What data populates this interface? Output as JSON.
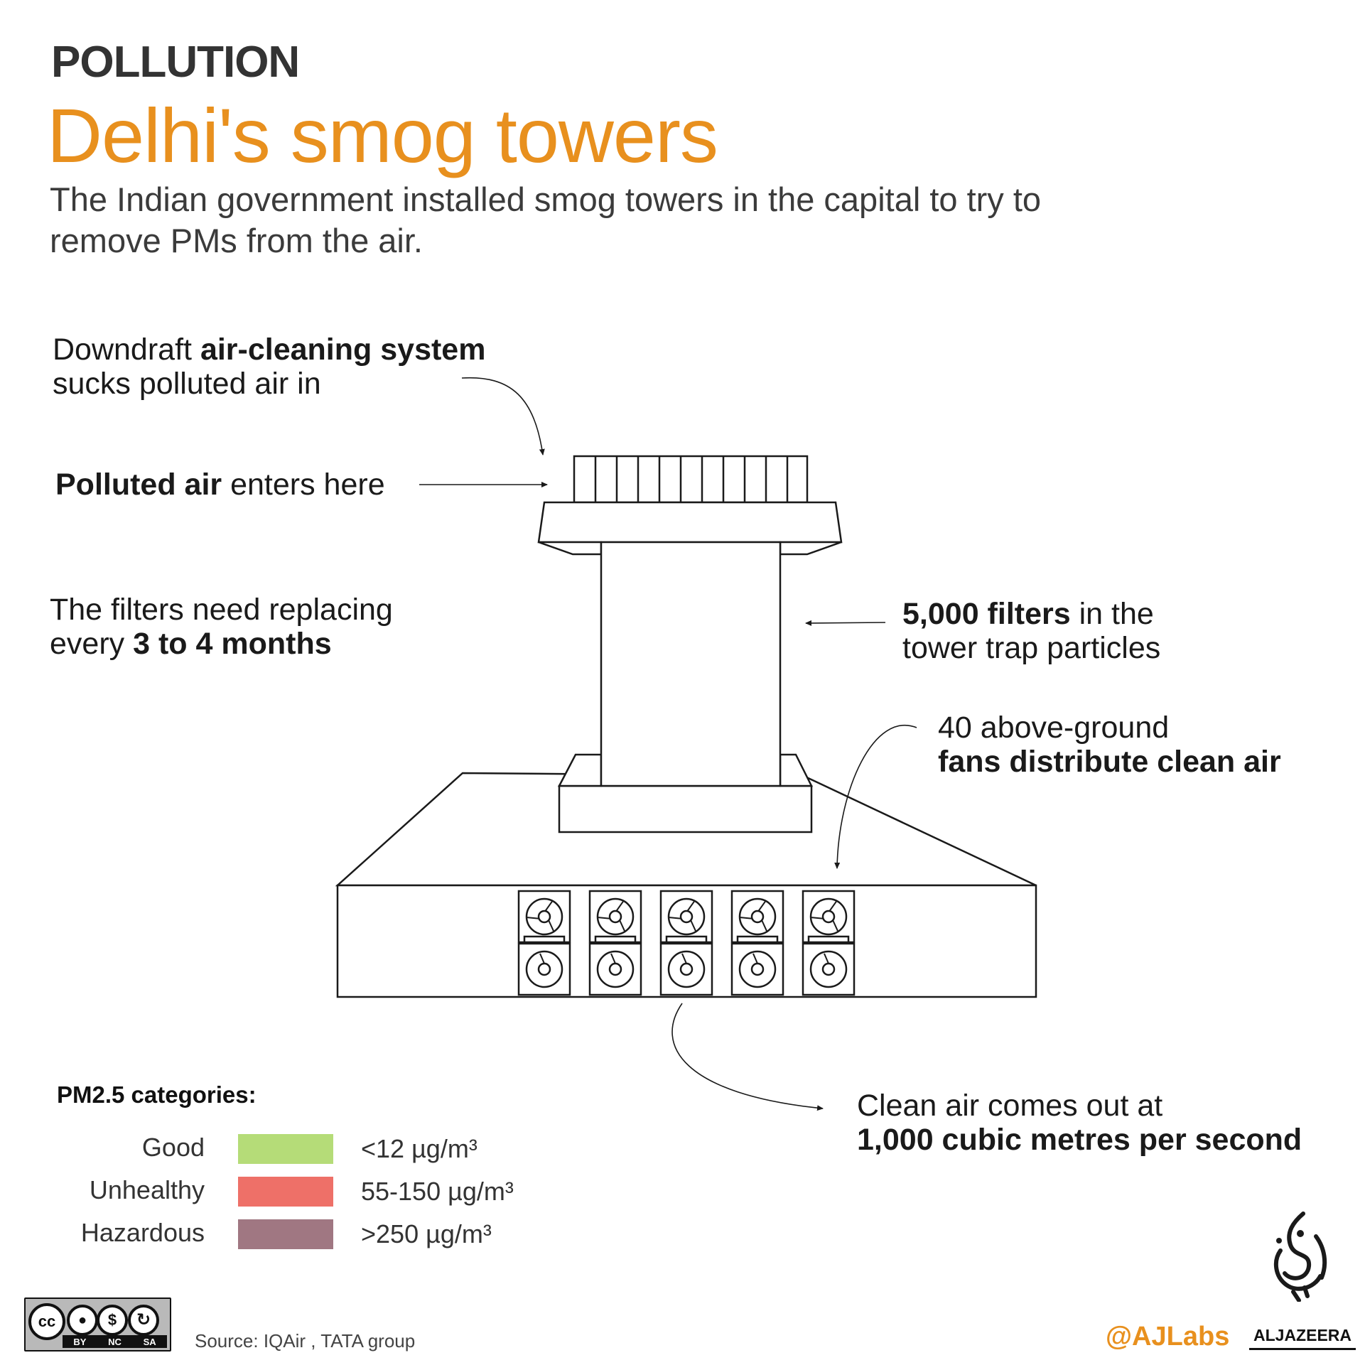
{
  "header": {
    "section": "POLLUTION",
    "title": "Delhi's smog towers",
    "subtitle": "The Indian government installed smog towers in the capital to try to remove PMs from the air."
  },
  "annotations": {
    "air_cleaning": {
      "pre": "Downdraft ",
      "bold": "air-cleaning system",
      "post": "sucks polluted air in"
    },
    "polluted_air": {
      "bold": "Polluted air",
      "post": " enters here"
    },
    "filters_replace": {
      "pre": "The filters need replacing",
      "pre2": "every ",
      "bold": "3 to 4 months"
    },
    "filters_count": {
      "bold": "5,000 filters",
      "post": " in the",
      "post2": "tower trap particles"
    },
    "fans": {
      "pre": "40 above-ground",
      "bold": "fans distribute clean air"
    },
    "clean_air": {
      "pre": "Clean air comes out at",
      "bold": "1,000 cubic metres per second"
    }
  },
  "legend": {
    "title": "PM2.5 categories:",
    "items": [
      {
        "label": "Good",
        "value": "<12 µg/m³",
        "color": "#b5dc78"
      },
      {
        "label": "Unhealthy",
        "value": "55-150 µg/m³",
        "color": "#ee7068"
      },
      {
        "label": "Hazardous",
        "value": ">250 µg/m³",
        "color": "#a07782"
      }
    ]
  },
  "footer": {
    "license": {
      "cc": "cc",
      "badges": [
        "BY",
        "NC",
        "SA"
      ]
    },
    "source": "Source: IQAir , TATA group",
    "handle": "@AJLabs",
    "brand": "ALJAZEERA"
  },
  "colors": {
    "accent": "#e8901e",
    "line": "#1a1a1a"
  },
  "diagram": {
    "fan_rows": 2,
    "fan_columns": 5
  }
}
